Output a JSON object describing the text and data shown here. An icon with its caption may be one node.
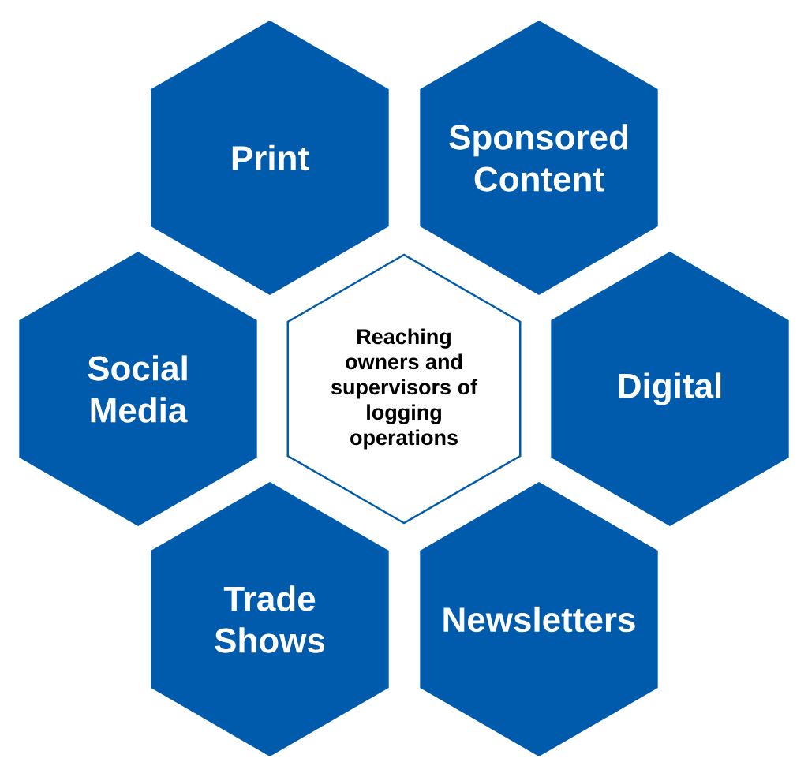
{
  "diagram": {
    "nodes": [
      {
        "text": [
          "Print"
        ]
      },
      {
        "text": [
          "Sponsored Content"
        ]
      },
      {
        "text": [
          "Social Media"
        ]
      },
      {
        "text": [
          "Reaching owners and supervisors of logging operations"
        ]
      },
      {
        "text": [
          "Digital"
        ]
      },
      {
        "text": [
          "Trade Shows"
        ]
      },
      {
        "text": [
          "Newsletters"
        ]
      }
    ]
  }
}
